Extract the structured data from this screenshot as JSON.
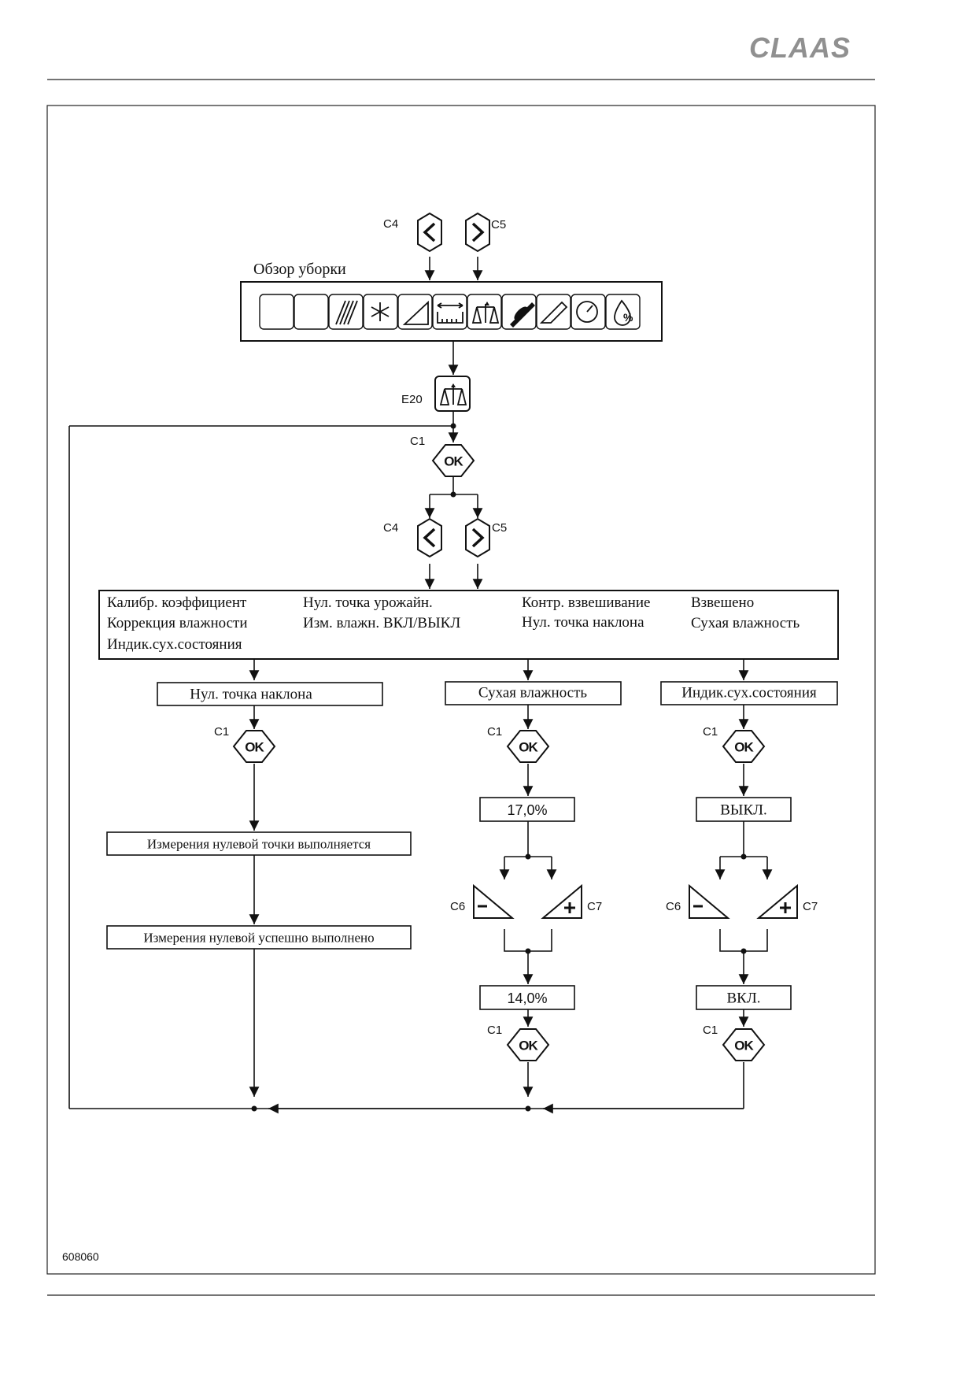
{
  "header": {
    "logo": "CLAAS"
  },
  "figure_code": "608060",
  "overview_title": "Обзор уборки",
  "display_code": "E20",
  "keys": {
    "c1": "C1",
    "c4": "C4",
    "c5": "C5",
    "c6": "C6",
    "c7": "C7",
    "ok": "OK"
  },
  "menu": {
    "col1": [
      "Калибр. коэффициент",
      "Коррекция влажности",
      "Индик.сух.состояния"
    ],
    "col2": [
      "Нул. точка урожайн.",
      "Изм. влажн. ВКЛ/ВЫКЛ"
    ],
    "col3": [
      "Контр. взвешивание",
      "Нул. точка наклона"
    ],
    "col4": [
      "Взвешено",
      "Сухая влажность"
    ]
  },
  "branch1": {
    "title": "Нул. точка наклона",
    "step1": "Измерения нулевой точки выполняется",
    "step2": "Измерения нулевой успешно выполнено"
  },
  "branch2": {
    "title": "Сухая влажность",
    "value1": "17,0%",
    "value2": "14,0%"
  },
  "branch3": {
    "title": "Индик.сух.состояния",
    "value1": "ВЫКЛ.",
    "value2": "ВКЛ."
  },
  "icons": [
    "blank-icon",
    "blank-icon",
    "chopper-icon",
    "asterisk-icon",
    "slope-icon",
    "cutting-width-icon",
    "scale-icon",
    "grain-icon",
    "pencil-icon",
    "gauge-icon",
    "moisture-percent-icon"
  ]
}
